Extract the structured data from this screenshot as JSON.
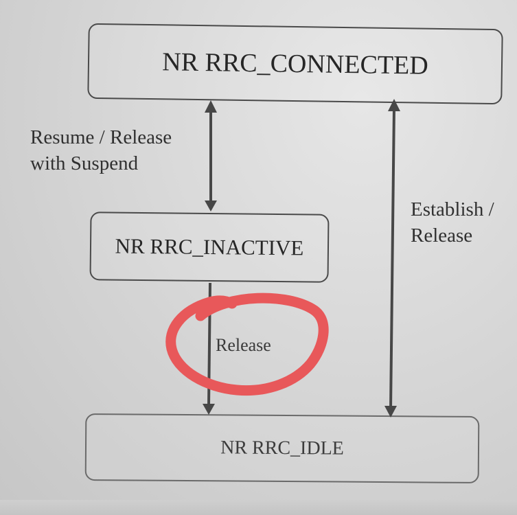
{
  "diagram": {
    "states": {
      "connected": "NR RRC_CONNECTED",
      "inactive": "NR RRC_INACTIVE",
      "idle": "NR RRC_IDLE"
    },
    "transitions": {
      "connected_inactive": "Resume / Release\nwith Suspend",
      "connected_idle": "Establish /\nRelease",
      "inactive_idle": "Release"
    }
  },
  "colors": {
    "annotation_circle": "#e8585a",
    "arrow": "#474747",
    "box_border": "#4a4a4a"
  }
}
